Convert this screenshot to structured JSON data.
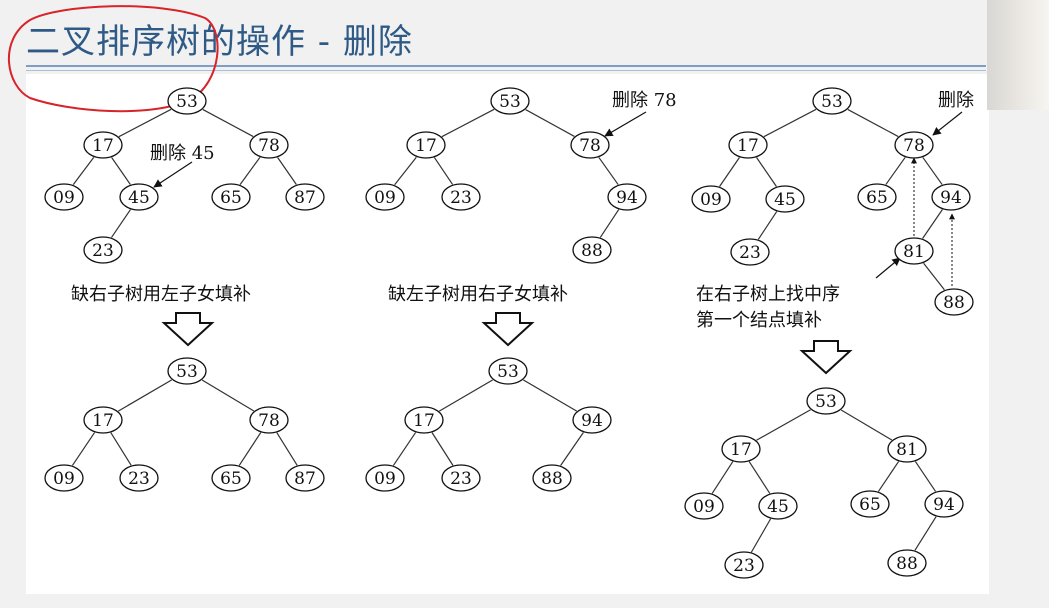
{
  "slide": {
    "title": "二叉排序树的操作 - 删除"
  },
  "diagram": {
    "case1": {
      "annotation": "删除 45",
      "caption": "缺右子树用左子女填补",
      "before": {
        "n53": "53",
        "n17": "17",
        "n78": "78",
        "n09": "09",
        "n45": "45",
        "n65": "65",
        "n87": "87",
        "n23": "23"
      },
      "after": {
        "n53": "53",
        "n17": "17",
        "n78": "78",
        "n09": "09",
        "n23": "23",
        "n65": "65",
        "n87": "87"
      }
    },
    "case2": {
      "annotation": "删除 78",
      "caption": "缺左子树用右子女填补",
      "before": {
        "n53": "53",
        "n17": "17",
        "n78": "78",
        "n09": "09",
        "n23": "23",
        "n94": "94",
        "n88": "88"
      },
      "after": {
        "n53": "53",
        "n17": "17",
        "n94": "94",
        "n09": "09",
        "n23": "23",
        "n88": "88"
      }
    },
    "case3": {
      "annotation": "删除",
      "caption_line1": "在右子树上找中序",
      "caption_line2": "第一个结点填补",
      "before": {
        "n53": "53",
        "n17": "17",
        "n78": "78",
        "n09": "09",
        "n45": "45",
        "n65": "65",
        "n94": "94",
        "n23": "23",
        "n81": "81",
        "n88": "88"
      },
      "after": {
        "n53": "53",
        "n17": "17",
        "n81": "81",
        "n09": "09",
        "n45": "45",
        "n65": "65",
        "n94": "94",
        "n23": "23",
        "n88": "88"
      }
    }
  },
  "colors": {
    "title": "#2f5a86",
    "annotation_circle": "#d8232a"
  }
}
